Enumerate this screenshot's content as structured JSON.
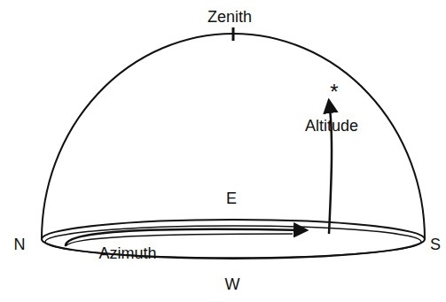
{
  "diagram": {
    "labels": [
      "Zenith",
      "Altitude",
      "E",
      "Azimuth",
      "N",
      "S",
      "W",
      "*"
    ]
  }
}
